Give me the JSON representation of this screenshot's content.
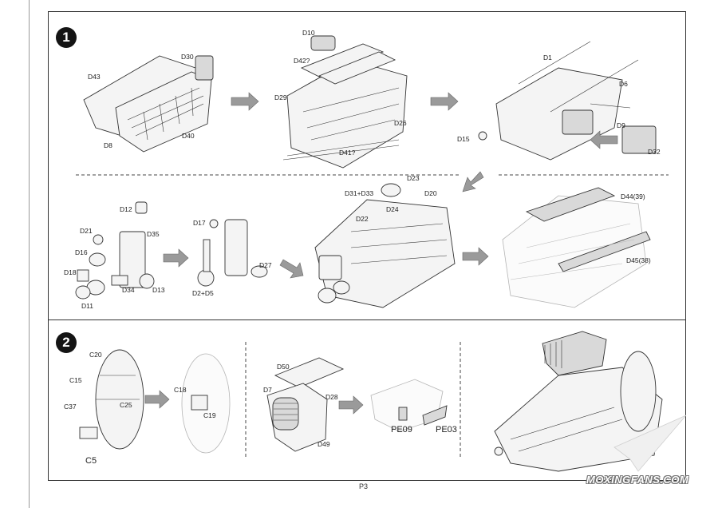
{
  "steps": {
    "step1": "1",
    "step2": "2"
  },
  "labels": {
    "d43": "D43",
    "d30": "D30",
    "d8": "D8",
    "d40": "D40",
    "d10": "D10",
    "d42q": "D42?",
    "d29": "D29",
    "d26": "D26",
    "d41q": "D41?",
    "d1": "D1",
    "d6": "D6",
    "d15": "D15",
    "d9": "D9",
    "d32": "D32",
    "d12": "D12",
    "d21": "D21",
    "d35": "D35",
    "d16": "D16",
    "d18": "D18",
    "d34": "D34",
    "d13": "D13",
    "d11": "D11",
    "d17": "D17",
    "d27": "D27",
    "d2d5": "D2+D5",
    "d23": "D23",
    "d31d33": "D31+D33",
    "d20": "D20",
    "d24": "D24",
    "d22": "D22",
    "d44": "D44(39)",
    "d45": "D45(38)",
    "c20": "C20",
    "c15": "C15",
    "c25": "C25",
    "c37": "C37",
    "c5": "C5",
    "c18": "C18",
    "c19": "C19",
    "d50": "D50",
    "d7": "D7",
    "d28": "D28",
    "d49": "D49",
    "pe09": "PE09",
    "pe03": "PE03"
  },
  "footer": {
    "page": "P3",
    "watermark": "MOXINGFANS.COM"
  }
}
